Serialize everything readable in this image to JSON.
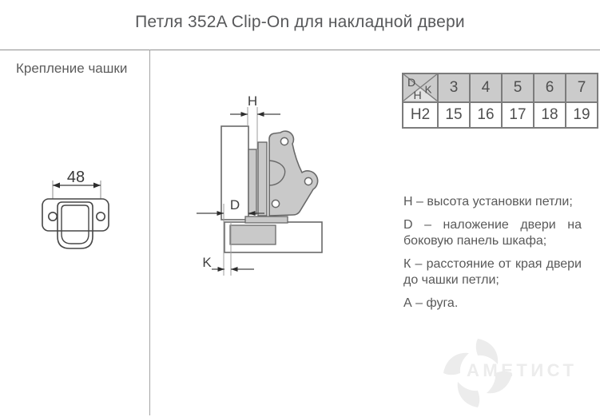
{
  "title": "Петля 352A Clip-On для накладной двери",
  "left_panel": {
    "heading": "Крепление чашки"
  },
  "cup_drawing": {
    "width_dimension": "48"
  },
  "hinge_drawing": {
    "h_label": "H",
    "d_label": "D",
    "k_label": "K"
  },
  "table": {
    "corner_d": "D",
    "corner_k": "K",
    "corner_h": "H",
    "columns": [
      "3",
      "4",
      "5",
      "6",
      "7"
    ],
    "row_label": "H2",
    "row_values": [
      "15",
      "16",
      "17",
      "18",
      "19"
    ]
  },
  "legend": {
    "item_h": "H – высота установки петли;",
    "item_d": "D – наложение двери на боковую панель шкафа;",
    "item_k": "К – расстояние от края двери до чашки петли;",
    "item_a": "А – фуга."
  },
  "logo": {
    "text": "АМЕТИСТ"
  },
  "colors": {
    "metal_fill": "#c9c9c9",
    "outline": "#696969",
    "table_header_bg": "#cbcbcb",
    "table_label_bg": "#e3e3e3",
    "text_gray": "#595959",
    "logo_gray": "#ececec"
  }
}
